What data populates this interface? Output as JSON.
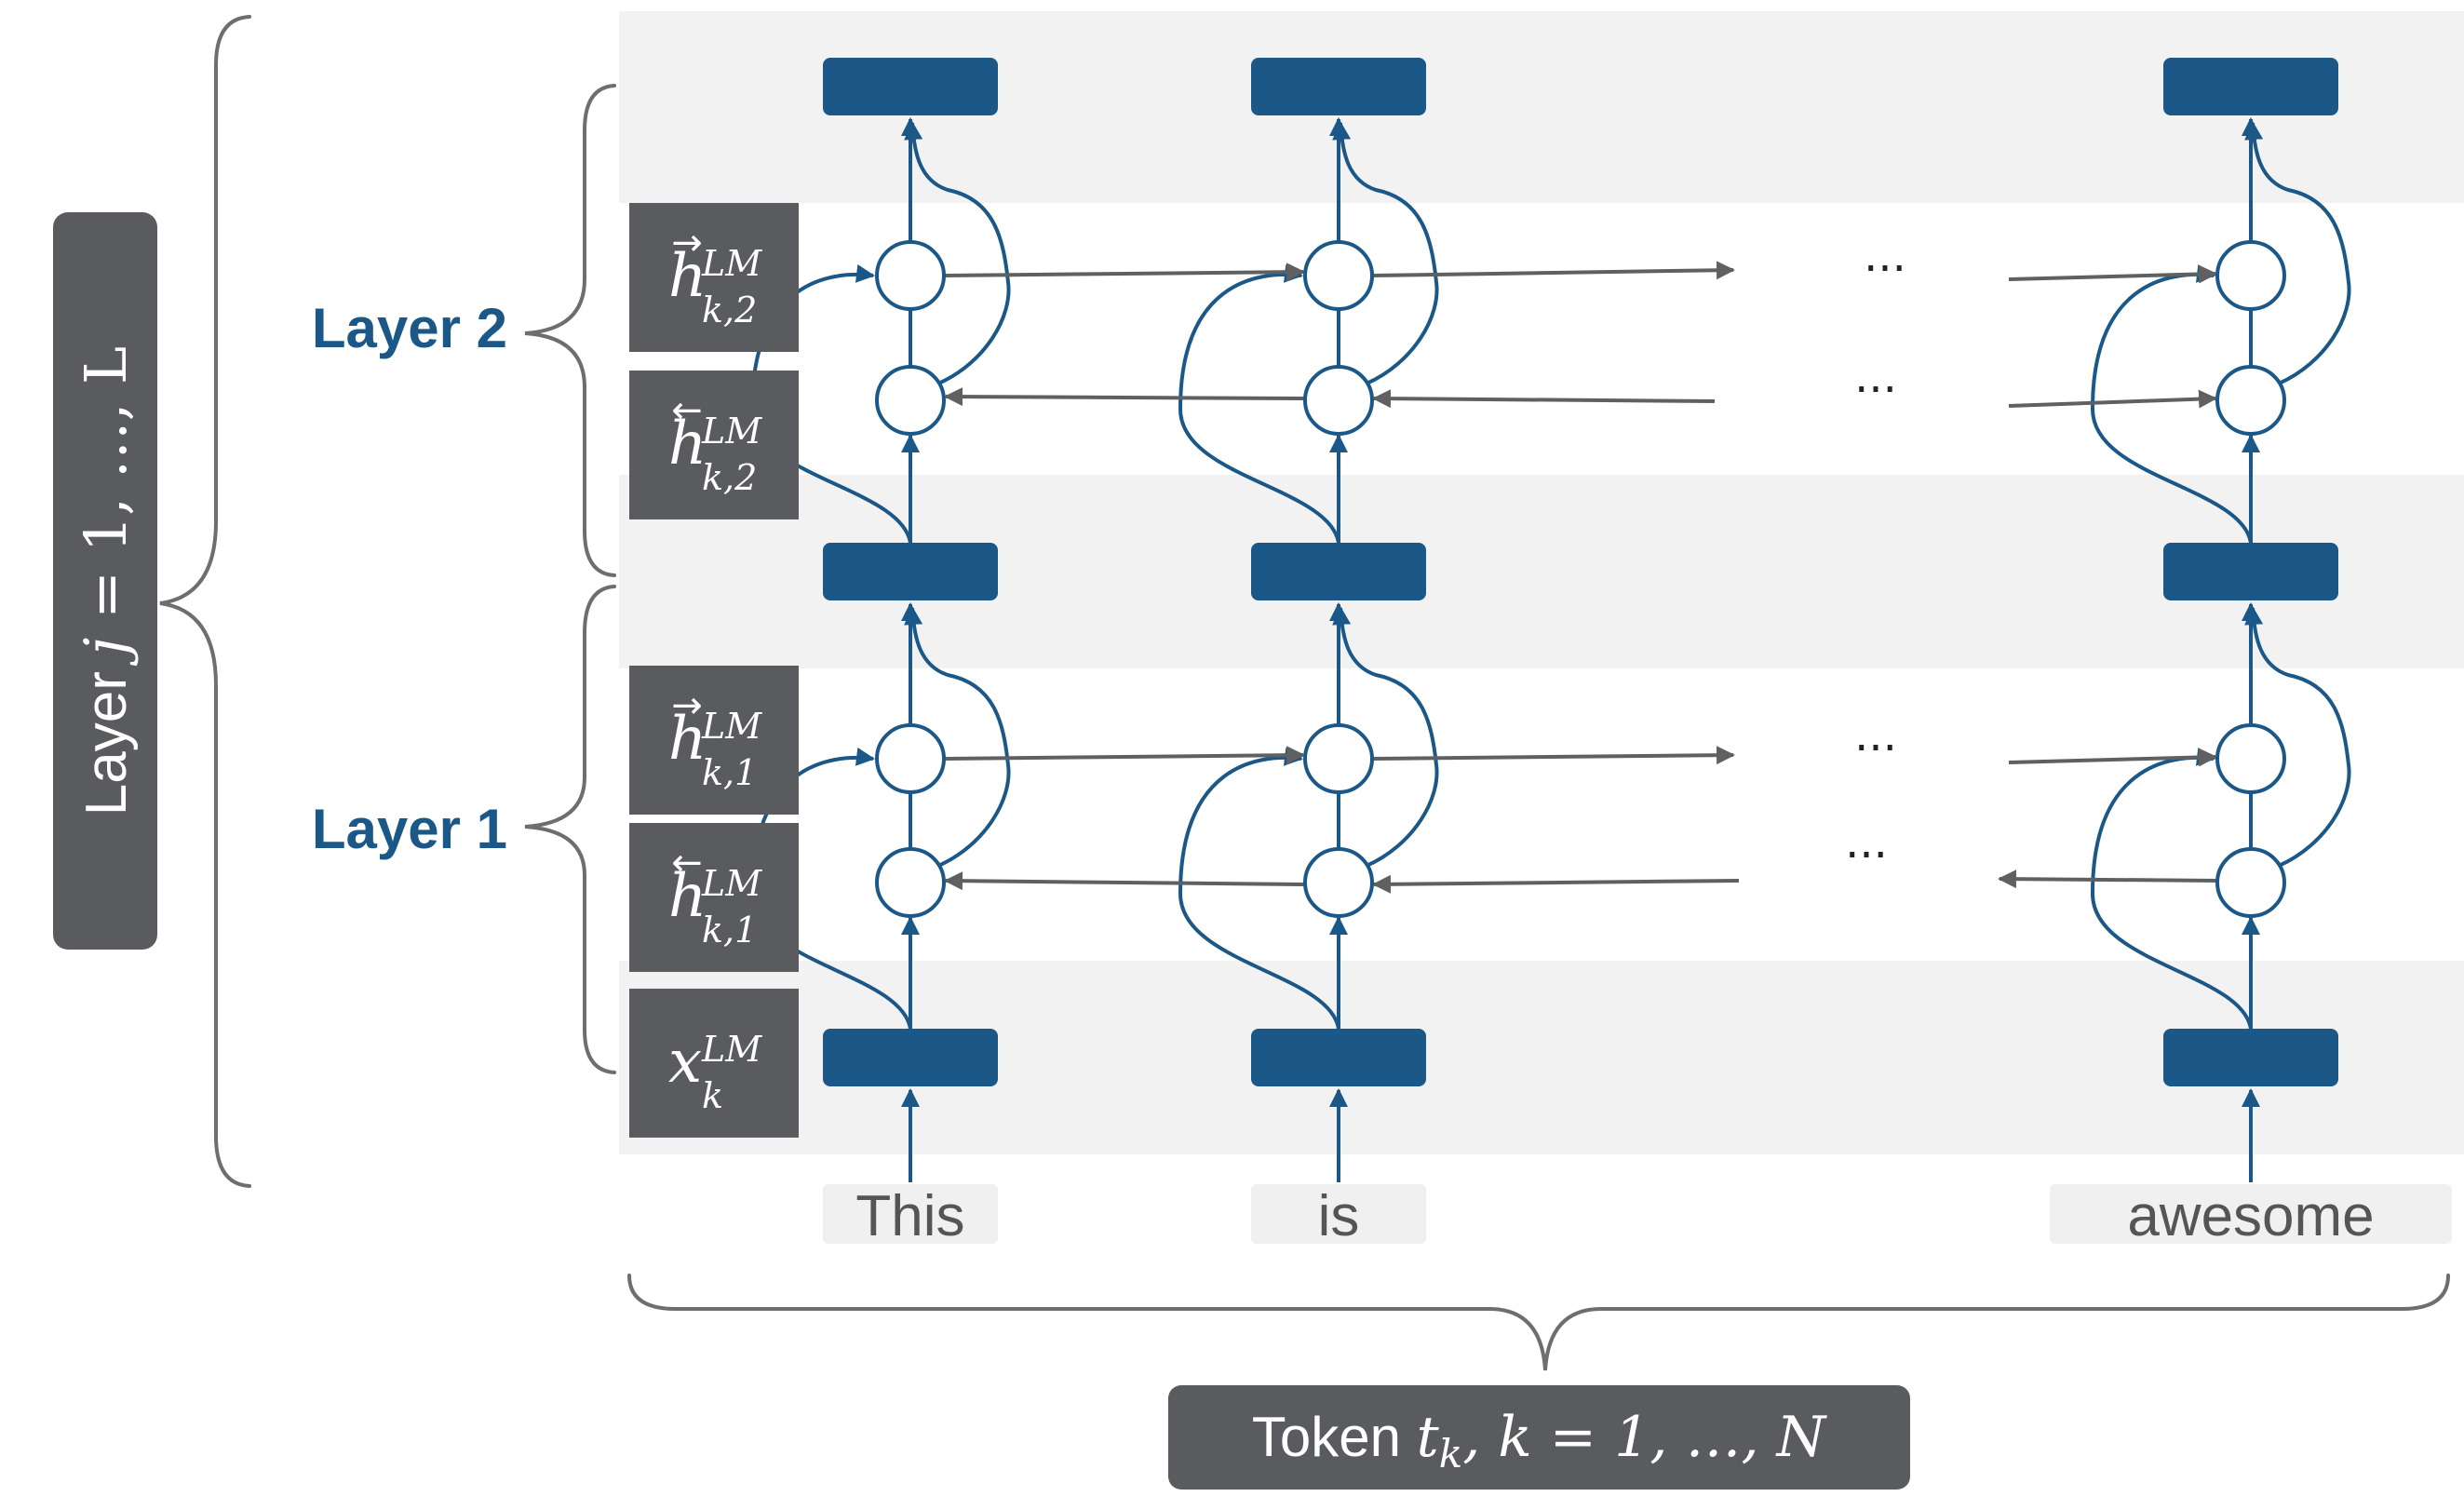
{
  "colors": {
    "band": "#f2f2f2",
    "node_blue": "#1b5888",
    "label_blue": "#1b5888",
    "dark_box": "#595b5f",
    "gray_line": "#5f6062",
    "brace_gray": "#6e6e6e",
    "token_bg": "#f0f0f0",
    "token_text": "#555555"
  },
  "layer_axis_label": {
    "prefix": "Layer ",
    "var": "j",
    "rest": " = 1, …, L"
  },
  "layers": [
    {
      "label": "Layer 2"
    },
    {
      "label": "Layer 1"
    }
  ],
  "state_boxes": [
    {
      "id": "h-fwd-2",
      "arrow": "→",
      "base": "h",
      "sup": "LM",
      "sub": "k,2"
    },
    {
      "id": "h-bwd-2",
      "arrow": "←",
      "base": "h",
      "sup": "LM",
      "sub": "k,2"
    },
    {
      "id": "h-fwd-1",
      "arrow": "→",
      "base": "h",
      "sup": "LM",
      "sub": "k,1"
    },
    {
      "id": "h-bwd-1",
      "arrow": "←",
      "base": "h",
      "sup": "LM",
      "sub": "k,1"
    },
    {
      "id": "x-input",
      "arrow": "",
      "base": "x",
      "sup": "LM",
      "sub": "k"
    }
  ],
  "tokens": [
    "This",
    "is",
    "awesome"
  ],
  "ellipsis": "···",
  "token_axis_label": {
    "prefix": "Token ",
    "var": "t",
    "sub": "k",
    "rest": ", k = 1, …, N"
  },
  "icons": [
    "arrow-icon",
    "rnn-cell-icon",
    "brace-icon"
  ]
}
